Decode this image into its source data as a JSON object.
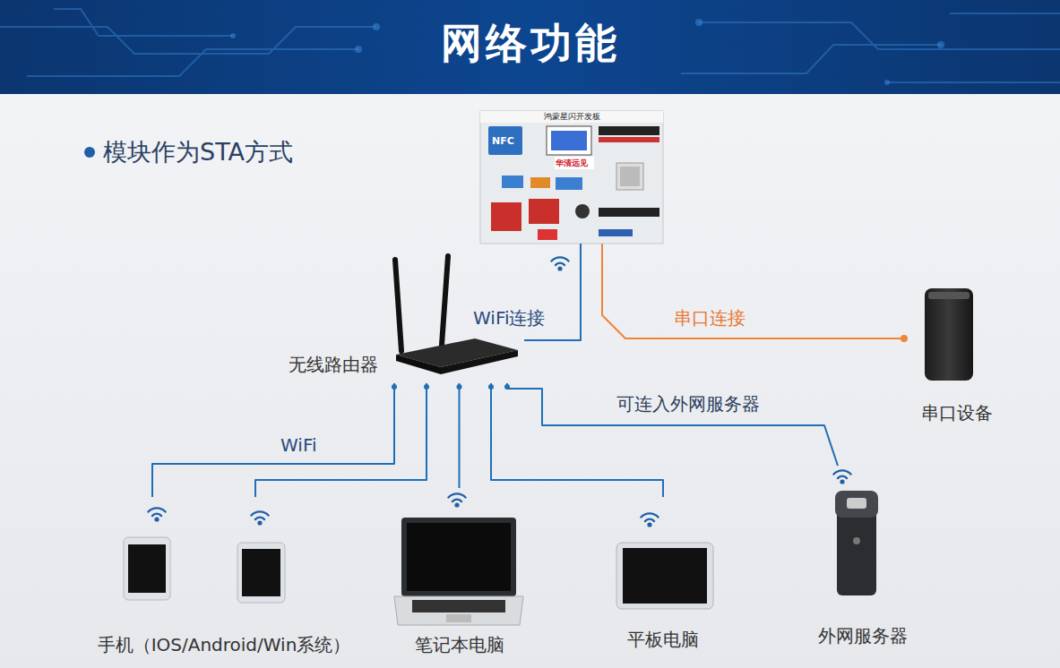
{
  "diagram": {
    "title": "网络功能",
    "nodes": [
      {
        "text": [
          "鸿蒙星闪开发板"
        ]
      },
      {
        "text": [
          "无线路由器"
        ]
      },
      {
        "text": [
          "串口设备"
        ]
      },
      {
        "text": [
          "手机（IOS/Android/Win系统）"
        ]
      },
      {
        "text": [
          "笔记本电脑"
        ]
      },
      {
        "text": [
          "平板电脑"
        ]
      },
      {
        "text": [
          "外网服务器"
        ]
      }
    ],
    "edges": [
      {
        "from": 0,
        "to": 1,
        "label": "WiFi连接",
        "arrow": "none"
      },
      {
        "from": 0,
        "to": 2,
        "label": "串口连接",
        "arrow": "none"
      },
      {
        "from": 1,
        "to": 3,
        "label": "WiFi",
        "arrow": "none"
      },
      {
        "from": 1,
        "to": 3,
        "arrow": "none"
      },
      {
        "from": 1,
        "to": 4,
        "arrow": "none"
      },
      {
        "from": 1,
        "to": 5,
        "arrow": "none"
      },
      {
        "from": 1,
        "to": 6,
        "label": "可连入外网服务器",
        "arrow": "none"
      }
    ],
    "labels": [
      "模块作为STA方式",
      "NFC",
      "华清远见"
    ]
  }
}
